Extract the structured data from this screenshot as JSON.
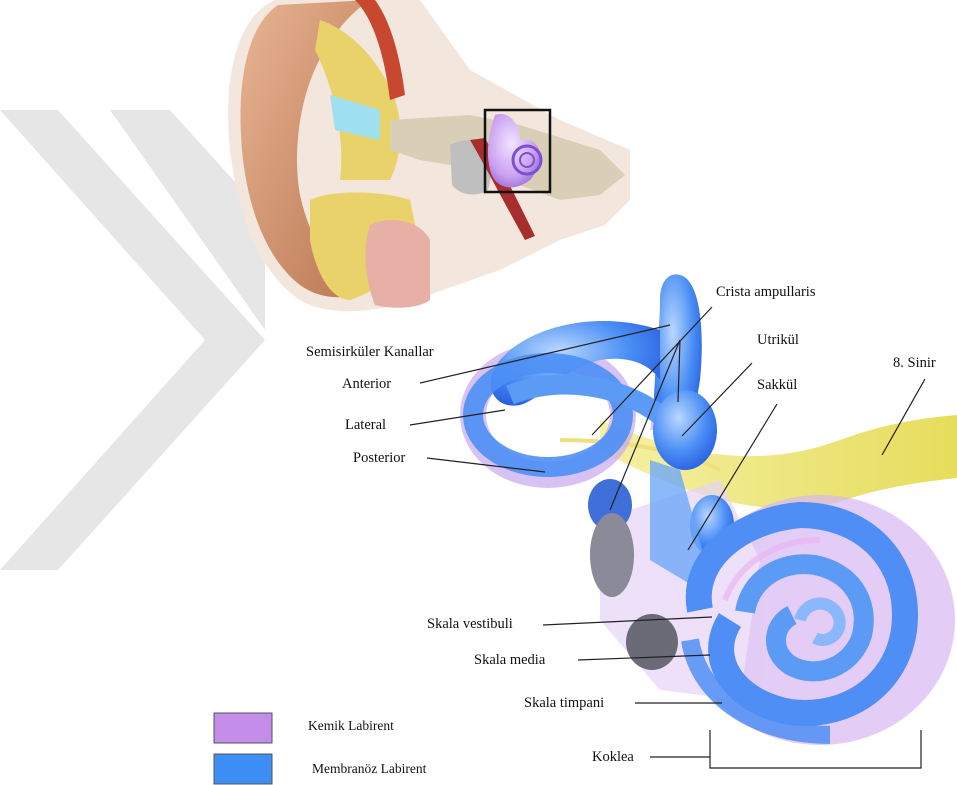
{
  "labels": {
    "semicircular_canals": "Semisirküler Kanallar",
    "anterior": "Anterior",
    "lateral": "Lateral",
    "posterior": "Posterior",
    "crista_ampullaris": "Crista ampullaris",
    "utricle": "Utrikül",
    "saccule": "Sakkül",
    "nerve_8": "8. Sinir",
    "scala_vestibuli": "Skala vestibuli",
    "scala_media": "Skala media",
    "scala_tympani": "Skala timpani",
    "cochlea": "Koklea"
  },
  "legend": [
    {
      "label": "Kemik Labirent",
      "color": "#c48de9"
    },
    {
      "label": "Membranöz Labirent",
      "color": "#3d8ff5"
    }
  ],
  "colors": {
    "bony_labyrinth": "#c48de9",
    "membranous_labyrinth": "#3d8ff5",
    "nerve": "#ece36a",
    "watermark": "#e6e6e6",
    "leader_line": "#222222"
  }
}
